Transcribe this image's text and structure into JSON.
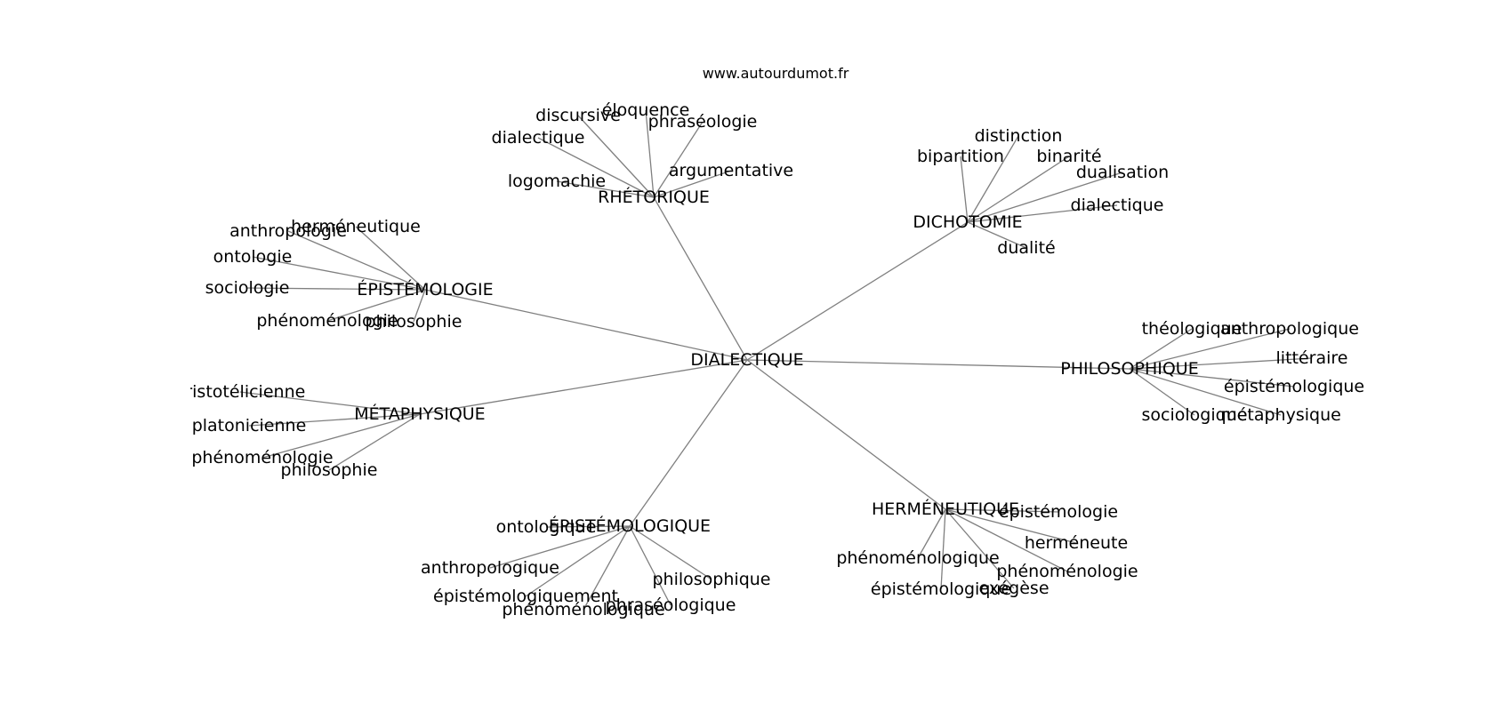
{
  "header": {
    "site": "www.autourdumot.fr"
  },
  "graph": {
    "center": "DIALECTIQUE",
    "groups": [
      {
        "hub": "RHÉTORIQUE",
        "leaves": [
          "dialectique",
          "discursive",
          "éloquence",
          "phraséologie",
          "argumentative",
          "logomachie"
        ]
      },
      {
        "hub": "DICHOTOMIE",
        "leaves": [
          "bipartition",
          "distinction",
          "binarité",
          "dualisation",
          "dialectique",
          "dualité"
        ]
      },
      {
        "hub": "ÉPISTÉMOLOGIE",
        "leaves": [
          "anthropologie",
          "herméneutique",
          "ontologie",
          "sociologie",
          "phénoménologie",
          "philosophie"
        ]
      },
      {
        "hub": "PHILOSOPHIQUE",
        "leaves": [
          "théologique",
          "anthropologique",
          "littéraire",
          "épistémologique",
          "sociologique",
          "métaphysique"
        ]
      },
      {
        "hub": "MÉTAPHYSIQUE",
        "leaves": [
          "aristotélicienne",
          "platonicienne",
          "phénoménologie",
          "philosophie"
        ]
      },
      {
        "hub": "ÉPISTÉMOLOGIQUE",
        "leaves": [
          "ontologique",
          "anthropologique",
          "épistémologiquement",
          "phénoménologique",
          "phraséologique",
          "philosophique"
        ]
      },
      {
        "hub": "HERMÉNEUTIQUE",
        "leaves": [
          "épistémologie",
          "herméneute",
          "phénoménologique",
          "phénoménologie",
          "épistémologique",
          "exégèse"
        ]
      }
    ]
  }
}
